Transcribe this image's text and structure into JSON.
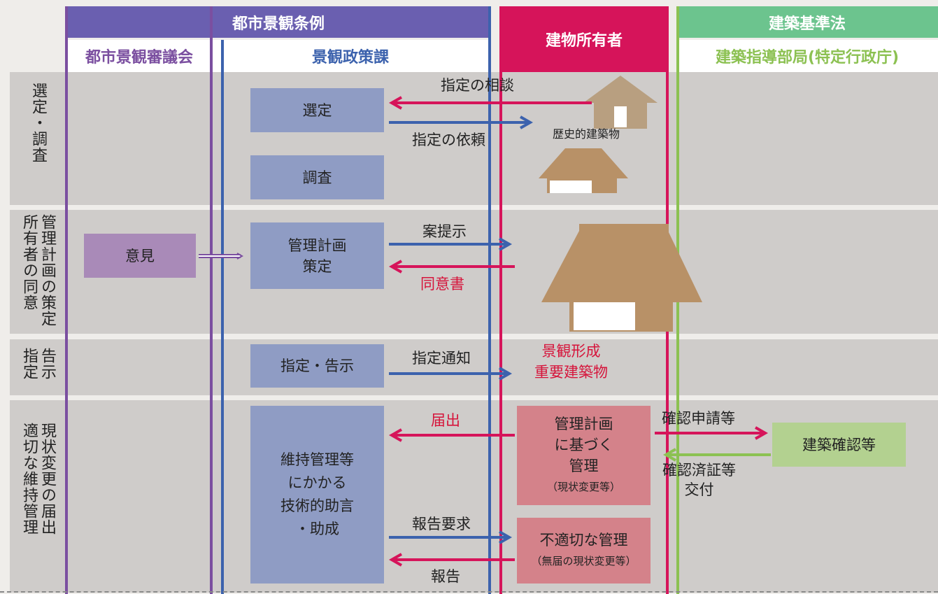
{
  "columns": {
    "ordinance": "都市景観条例",
    "council": "都市景観審議会",
    "policy_division": "景観政策課",
    "owner": "建物所有者",
    "building_law": "建築基準法",
    "building_authority": "建築指導部局(特定行政庁)"
  },
  "rows": {
    "selection": "選定・調査",
    "plan_a": "管理計画の策定",
    "plan_b": "所有者の同意",
    "notice_a": "告示",
    "notice_b": "指定",
    "maint_a": "現状変更の届出",
    "maint_b": "適切な維持管理"
  },
  "boxes": {
    "select": "選定",
    "survey": "調査",
    "opinion": "意見",
    "plan_l1": "管理計画",
    "plan_l2": "策定",
    "designate": "指定・告示",
    "support_l1": "維持管理等",
    "support_l2": "にかかる",
    "support_l3": "技術的助言",
    "support_l4": "・助成",
    "mgmt_l1": "管理計画",
    "mgmt_l2": "に基づく",
    "mgmt_l3": "管理",
    "mgmt_note": "（現状変更等）",
    "improper": "不適切な管理",
    "improper_note": "（無届の現状変更等）",
    "confirm": "建築確認等"
  },
  "labels": {
    "consult": "指定の相談",
    "request": "指定の依頼",
    "historic": "歴史的建築物",
    "proposal": "案提示",
    "consent": "同意書",
    "notify": "指定通知",
    "important_l1": "景観形成",
    "important_l2": "重要建築物",
    "filing": "届出",
    "apply": "確認申請等",
    "cert_l1": "確認済証等",
    "cert_l2": "交付",
    "report_req": "報告要求",
    "report": "報告"
  },
  "colors": {
    "purple": "#7b4fa0",
    "blue": "#3c62ad",
    "magenta": "#d6145a",
    "green": "#8cc152",
    "header_purple": "#6a5fb0",
    "header_green": "#6cc48e",
    "thatch": "#b89167"
  }
}
